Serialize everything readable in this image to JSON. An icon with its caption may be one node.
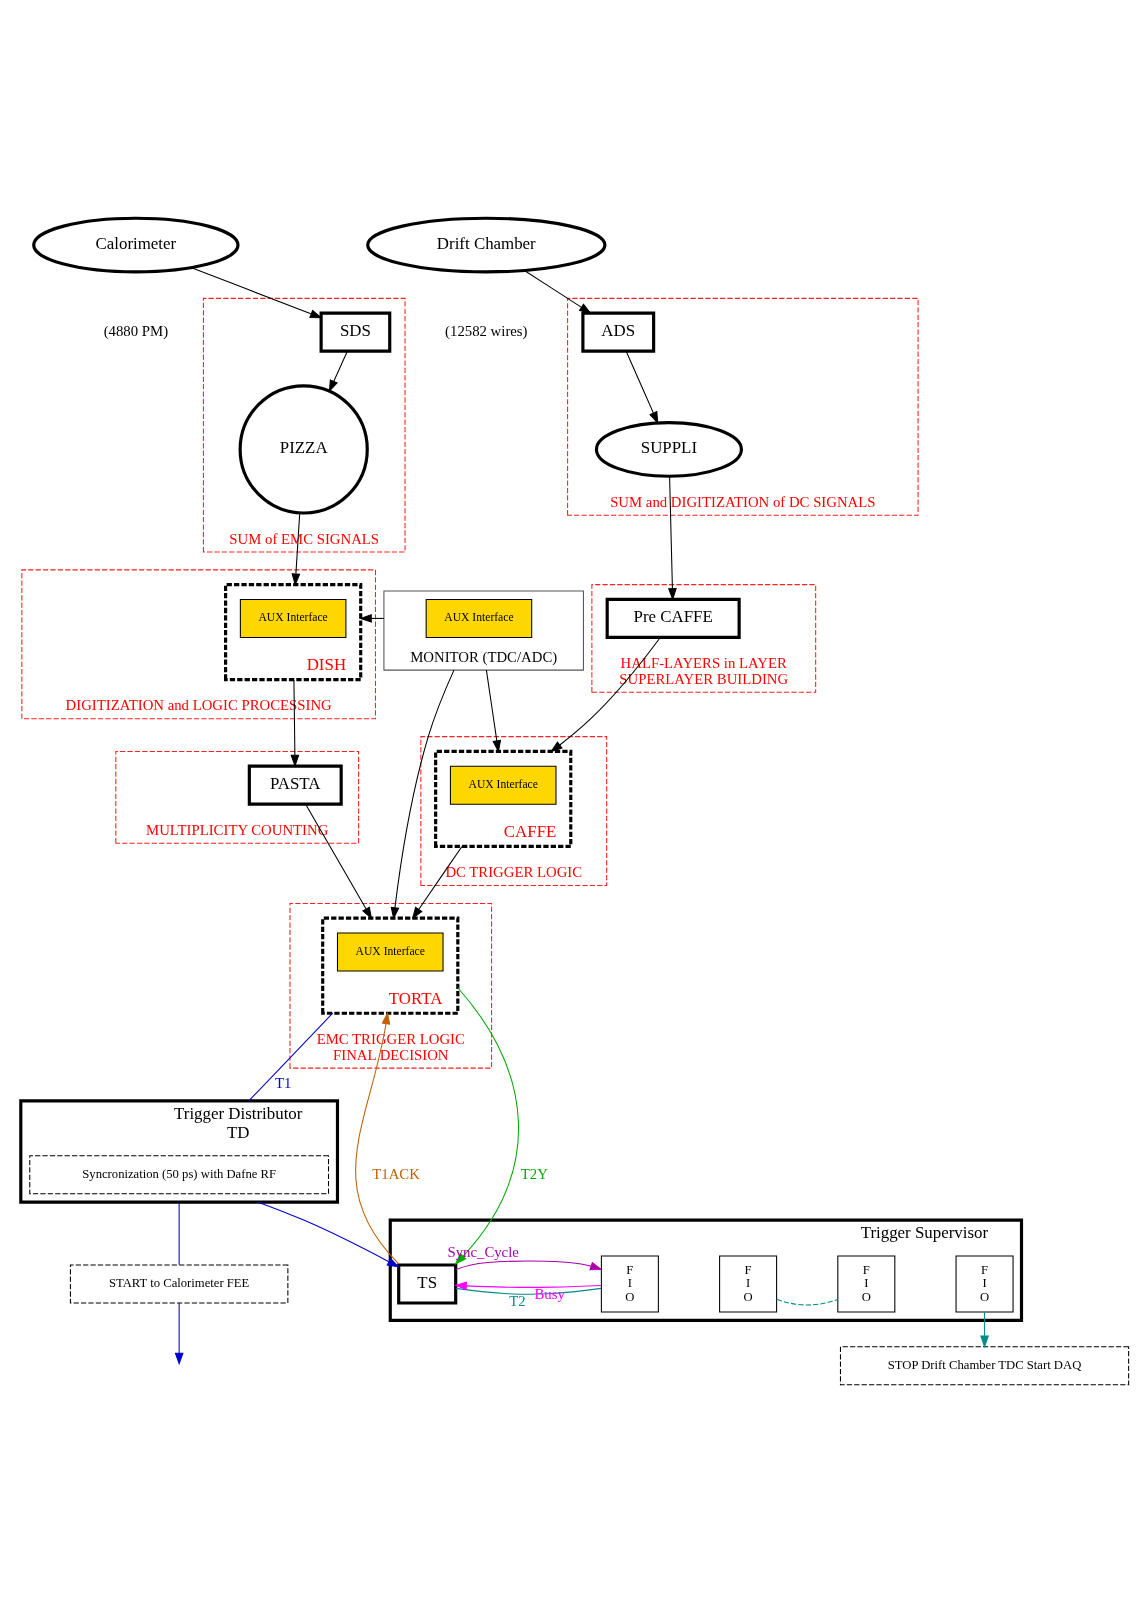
{
  "diagram": {
    "nodes": [
      {
        "text": [
          "Calorimeter"
        ],
        "beside": [
          "(4880 PM)"
        ]
      },
      {
        "text": [
          "Drift Chamber"
        ],
        "beside": [
          "(12582 wires)"
        ]
      },
      {
        "text": [
          "SUM of EMC SIGNALS"
        ]
      },
      {
        "text": [
          "SDS"
        ],
        "in": 2
      },
      {
        "text": [
          "PIZZA"
        ],
        "in": 2
      },
      {
        "text": [
          "SUM and DIGITIZATION of DC SIGNALS"
        ]
      },
      {
        "text": [
          "ADS"
        ],
        "in": 5
      },
      {
        "text": [
          "SUPPLI"
        ],
        "in": 5
      },
      {
        "text": [
          "DIGITIZATION and LOGIC PROCESSING"
        ]
      },
      {
        "text": [
          "DISH"
        ],
        "in": 8
      },
      {
        "text": [
          "AUX Interface"
        ],
        "in": 9
      },
      {
        "text": [
          "HALF-LAYERS in LAYER",
          "SUPERLAYER BUILDING"
        ]
      },
      {
        "text": [
          "Pre CAFFE"
        ],
        "in": 11
      },
      {
        "text": [
          "MONITOR (TDC/ADC)"
        ]
      },
      {
        "text": [
          "AUX Interface"
        ],
        "in": 13
      },
      {
        "text": [
          "MULTIPLICITY COUNTING"
        ]
      },
      {
        "text": [
          "PASTA"
        ],
        "in": 15
      },
      {
        "text": [
          "DC TRIGGER LOGIC"
        ]
      },
      {
        "text": [
          "CAFFE"
        ],
        "in": 17
      },
      {
        "text": [
          "AUX Interface"
        ],
        "in": 18
      },
      {
        "text": [
          "EMC TRIGGER LOGIC",
          "FINAL DECISION"
        ]
      },
      {
        "text": [
          "TORTA"
        ],
        "in": 20
      },
      {
        "text": [
          "AUX Interface"
        ],
        "in": 21
      },
      {
        "text": [
          "Trigger Distributor",
          "TD"
        ]
      },
      {
        "text": [
          "Syncronization (50 ps) with Dafne RF"
        ],
        "in": 23
      },
      {
        "text": [
          "Trigger Supervisor"
        ]
      },
      {
        "text": [
          "TS"
        ],
        "in": 25
      },
      {
        "text": [
          "F I O"
        ],
        "in": 25
      },
      {
        "text": [
          "F I O"
        ],
        "in": 25
      },
      {
        "text": [
          "F I O"
        ],
        "in": 25
      },
      {
        "text": [
          "F I O"
        ],
        "in": 25
      },
      {
        "text": [
          "START to Calorimeter FEE"
        ]
      },
      {
        "text": [
          "STOP Drift Chamber TDC Start DAQ"
        ]
      }
    ],
    "edges": [
      {
        "from": 0,
        "to": 3,
        "arrow": "to"
      },
      {
        "from": 3,
        "to": 4,
        "arrow": "to"
      },
      {
        "from": 4,
        "to": 9,
        "arrow": "to"
      },
      {
        "from": 9,
        "to": 16,
        "arrow": "to"
      },
      {
        "from": 1,
        "to": 6,
        "arrow": "to"
      },
      {
        "from": 6,
        "to": 7,
        "arrow": "to"
      },
      {
        "from": 7,
        "to": 12,
        "arrow": "to"
      },
      {
        "from": 12,
        "to": 18,
        "arrow": "to"
      },
      {
        "from": 13,
        "to": 9,
        "arrow": "to"
      },
      {
        "from": 13,
        "to": 18,
        "arrow": "to"
      },
      {
        "from": 13,
        "to": 21,
        "arrow": "to"
      },
      {
        "from": 16,
        "to": 21,
        "arrow": "to"
      },
      {
        "from": 18,
        "to": 21,
        "arrow": "to"
      },
      {
        "from": 21,
        "to": 23,
        "arrow": "none",
        "label": "T1",
        "color": "#0000cc"
      },
      {
        "from": 26,
        "to": 21,
        "arrow": "to",
        "label": "T1ACK",
        "color": "#c06000"
      },
      {
        "from": 21,
        "to": 26,
        "arrow": "to",
        "label": "T2Y",
        "color": "#00aa00"
      },
      {
        "from": 27,
        "to": 26,
        "arrow": "to",
        "label": "Busy",
        "color": "#ff00ff"
      },
      {
        "from": 26,
        "to": 27,
        "arrow": "to",
        "label": "Sync_Cycle",
        "color": "#aa00aa"
      },
      {
        "from": 26,
        "to": 27,
        "arrow": "none",
        "label": "T2",
        "color": "#008b8b"
      },
      {
        "from": 28,
        "to": 29,
        "arrow": "none",
        "style": "dashed",
        "color": "#008b8b"
      },
      {
        "from": 30,
        "to": 32,
        "arrow": "to",
        "color": "#008b8b"
      },
      {
        "from": 23,
        "to": 26,
        "arrow": "to",
        "color": "#0000cc"
      },
      {
        "from": 23,
        "to": 31,
        "arrow": "none",
        "color": "#0000cc"
      },
      {
        "from": 31,
        "to": null,
        "arrow": "to",
        "color": "#0000cc"
      }
    ]
  }
}
